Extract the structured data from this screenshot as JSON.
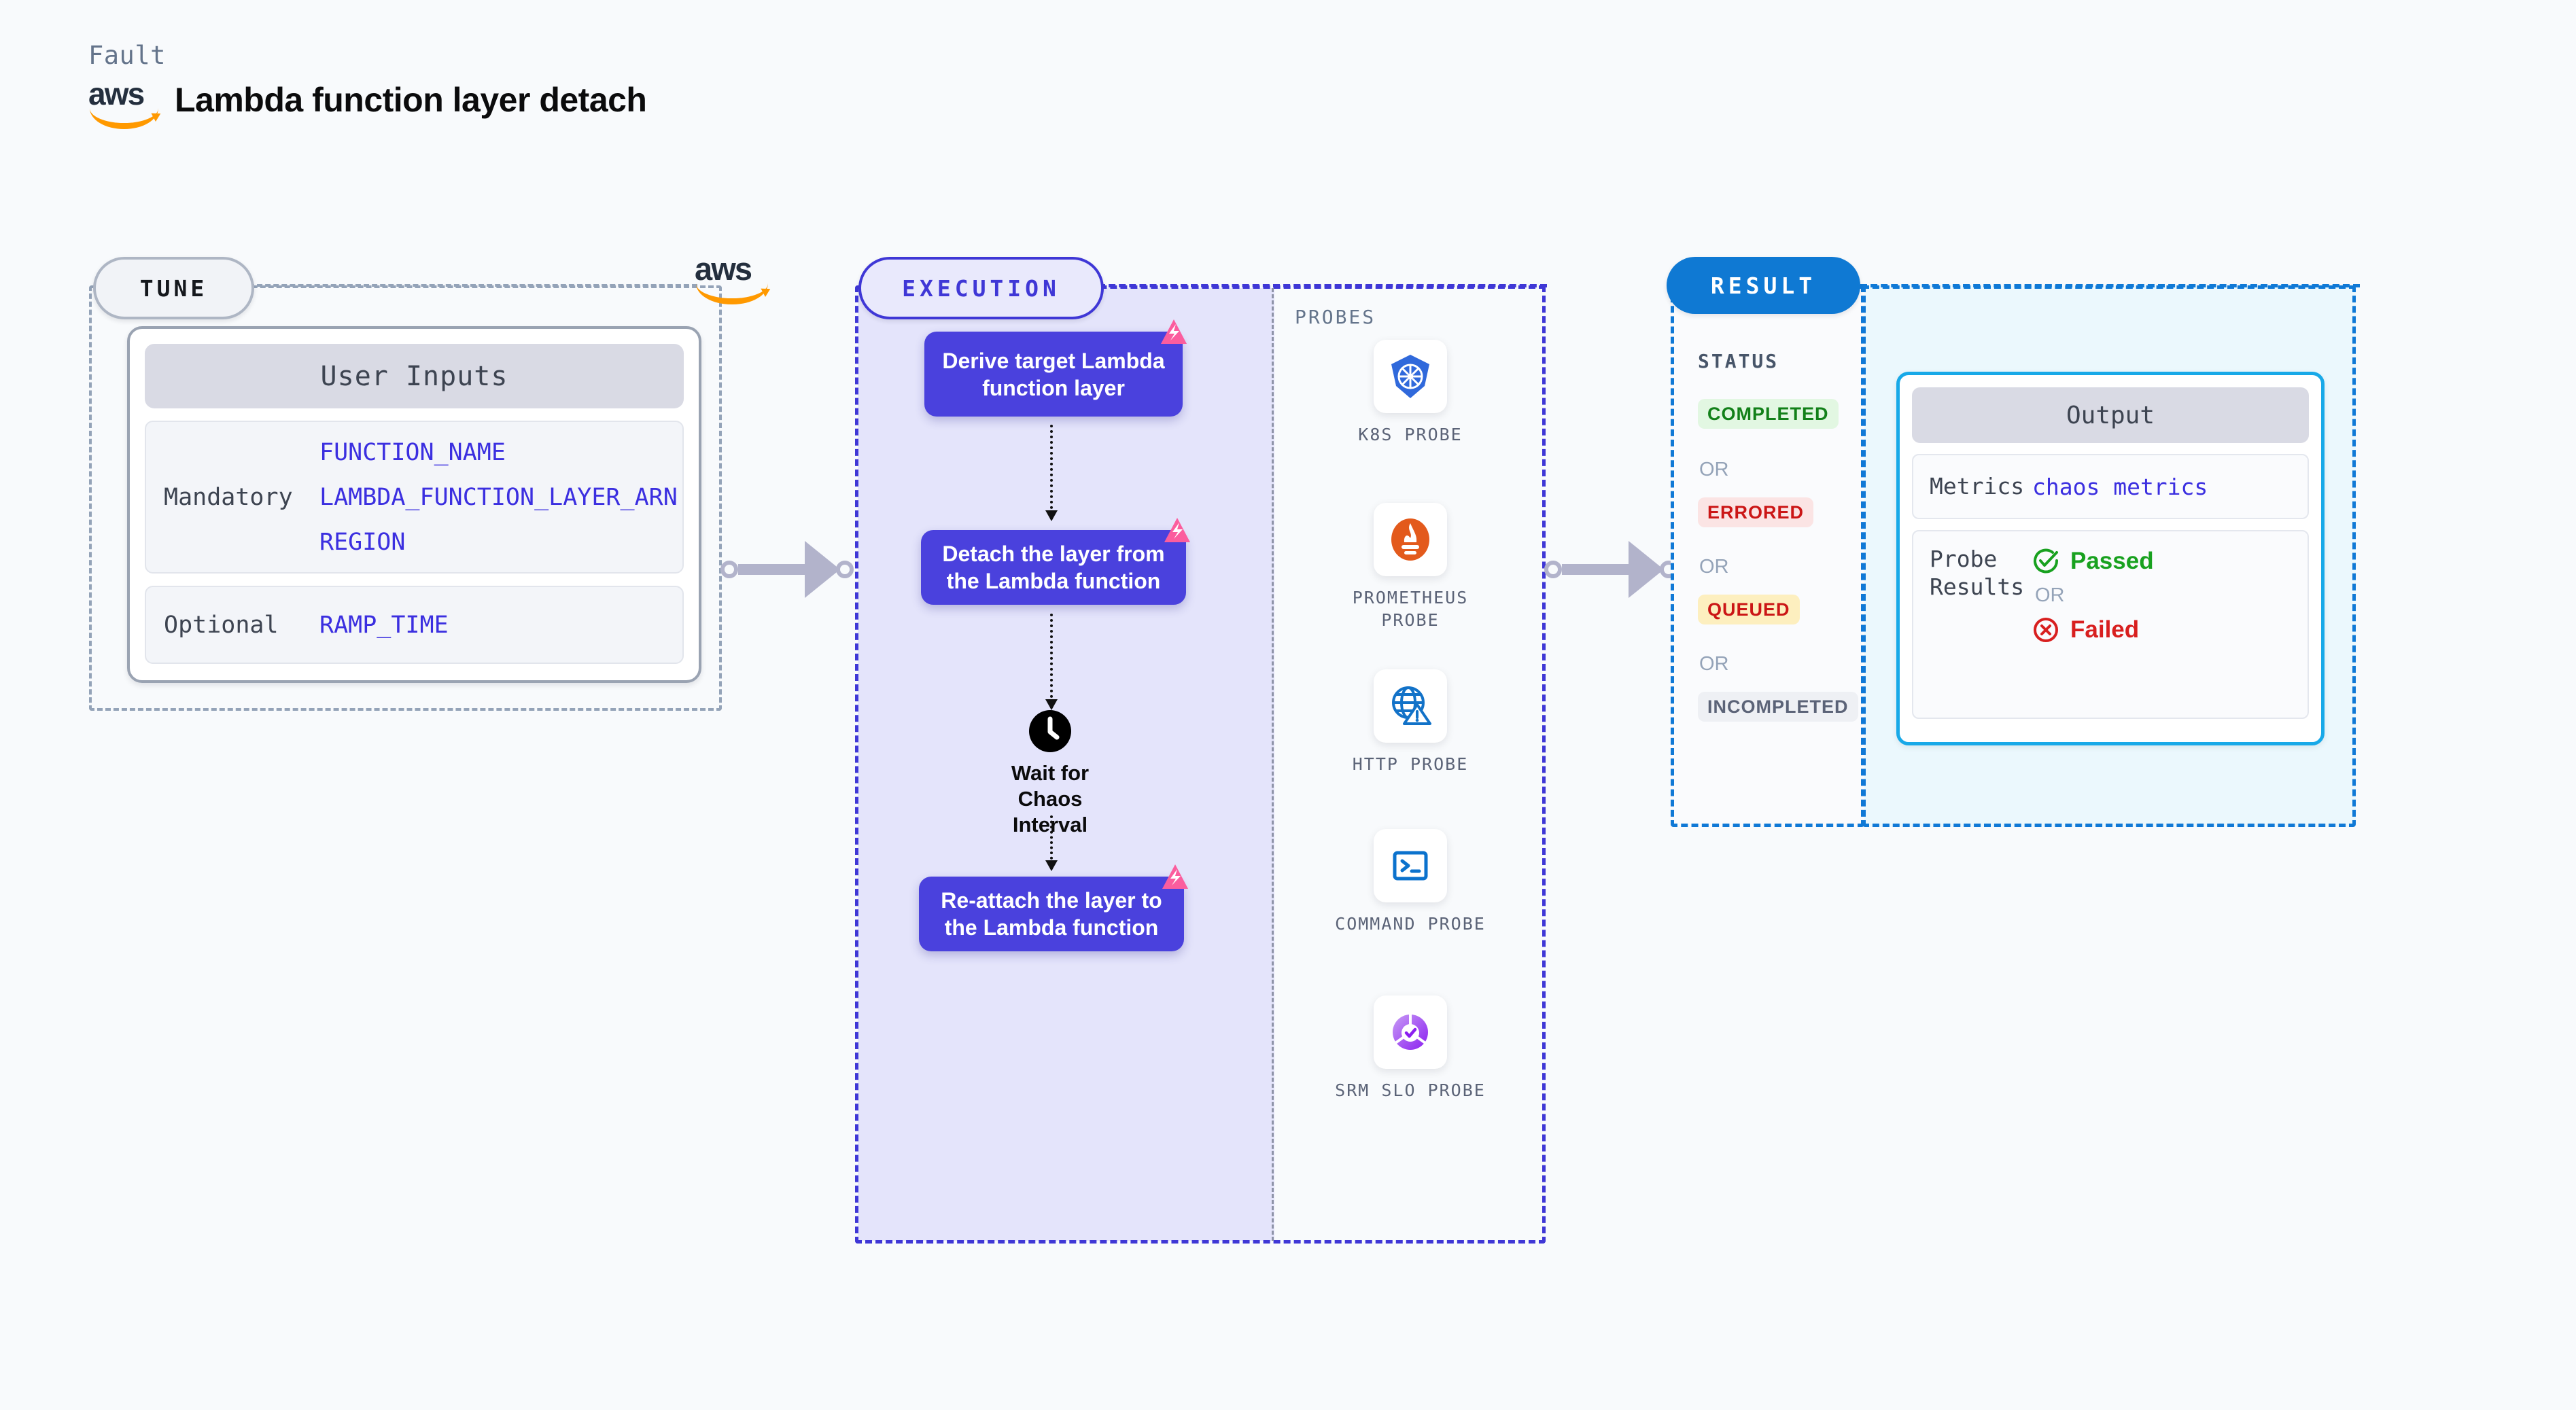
{
  "header": {
    "fault_label": "Fault",
    "title": "Lambda function layer detach",
    "provider_logo": "aws-logo"
  },
  "tune": {
    "badge": "TUNE",
    "provider_logo": "aws-logo",
    "card_title": "User Inputs",
    "groups": [
      {
        "label": "Mandatory",
        "values": [
          "FUNCTION_NAME",
          "LAMBDA_FUNCTION_LAYER_ARN",
          "REGION"
        ]
      },
      {
        "label": "Optional",
        "values": [
          "RAMP_TIME"
        ]
      }
    ]
  },
  "execution": {
    "badge": "EXECUTION",
    "steps": [
      {
        "label": "Derive target Lambda function layer",
        "badge_icon": "chaos-badge-icon"
      },
      {
        "label": "Detach the layer from the Lambda function",
        "badge_icon": "chaos-badge-icon"
      },
      {
        "label": "Re-attach the layer to the Lambda function",
        "badge_icon": "chaos-badge-icon"
      }
    ],
    "wait": {
      "icon": "clock-icon",
      "label": "Wait for Chaos Interval"
    }
  },
  "probes": {
    "title": "PROBES",
    "items": [
      {
        "name": "K8S PROBE",
        "icon": "kubernetes-icon"
      },
      {
        "name": "PROMETHEUS PROBE",
        "icon": "prometheus-icon"
      },
      {
        "name": "HTTP PROBE",
        "icon": "http-globe-warning-icon"
      },
      {
        "name": "COMMAND PROBE",
        "icon": "terminal-icon"
      },
      {
        "name": "SRM SLO PROBE",
        "icon": "srm-slo-icon"
      }
    ]
  },
  "result": {
    "badge": "RESULT",
    "status_title": "STATUS",
    "or_label": "OR",
    "statuses": [
      {
        "label": "COMPLETED",
        "bg": "#e2f7e2",
        "fg": "#128019"
      },
      {
        "label": "ERRORED",
        "bg": "#fbe4e4",
        "fg": "#cb1616"
      },
      {
        "label": "QUEUED",
        "bg": "#fdefbf",
        "fg": "#cb1616"
      },
      {
        "label": "INCOMPLETED",
        "bg": "#eef0f4",
        "fg": "#5b6377"
      }
    ],
    "output": {
      "title": "Output",
      "metrics_label": "Metrics",
      "metrics_value": "chaos metrics",
      "probe_results_label": "Probe Results",
      "passed_label": "Passed",
      "failed_label": "Failed",
      "or_label": "OR",
      "passed_icon": "check-circle-icon",
      "failed_icon": "x-circle-icon"
    }
  },
  "colors": {
    "tune_accent": "#94a3b8",
    "execution_accent": "#3f37d6",
    "result_accent": "#1079d6",
    "step_box": "#4a41dd",
    "input_value": "#3b2fe0",
    "output_border": "#18a9e8",
    "chaos_pink": "#fb5d9e",
    "aws_orange": "#ff9900"
  }
}
